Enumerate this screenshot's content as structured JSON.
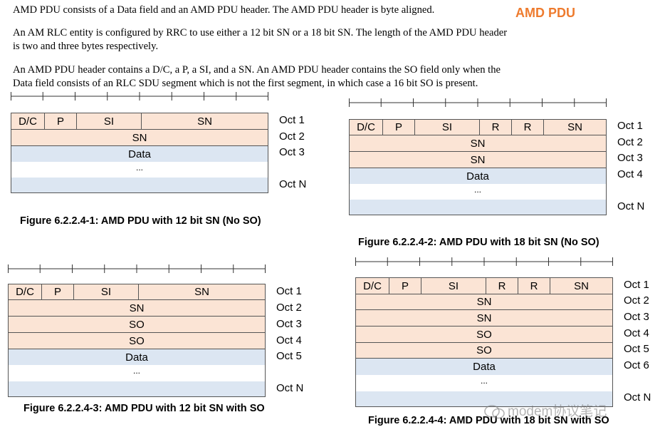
{
  "header": {
    "badge": "AMD PDU",
    "paragraphs": [
      "AMD PDU consists of a Data field and an AMD PDU header. The AMD PDU header is byte aligned.",
      "An AM RLC entity is configured by RRC to use either a 12 bit SN or a 18 bit SN. The length of the AMD PDU header",
      "is two and three bytes respectively.",
      "An AMD PDU header contains a D/C, a P, a SI, and a SN. An AMD PDU header contains the SO field only when the",
      "Data field consists of an RLC SDU segment which is not the first segment, in which case a 16 bit SO is present."
    ]
  },
  "figures": [
    {
      "caption": "Figure 6.2.2.4-1: AMD PDU with 12 bit SN (No SO)",
      "header_fields": [
        "D/C",
        "P",
        "SI",
        "SN"
      ],
      "rows": [
        "SN",
        "Data",
        "...",
        ""
      ],
      "octets": [
        "Oct 1",
        "Oct 2",
        "Oct 3",
        "Oct N"
      ]
    },
    {
      "caption": "Figure 6.2.2.4-2: AMD PDU with 18 bit SN (No SO)",
      "header_fields": [
        "D/C",
        "P",
        "SI",
        "R",
        "R",
        "SN"
      ],
      "rows": [
        "SN",
        "SN",
        "Data",
        "...",
        ""
      ],
      "octets": [
        "Oct 1",
        "Oct 2",
        "Oct 3",
        "Oct 4",
        "Oct N"
      ]
    },
    {
      "caption": "Figure 6.2.2.4-3: AMD PDU with 12 bit SN with SO",
      "header_fields": [
        "D/C",
        "P",
        "SI",
        "SN"
      ],
      "rows": [
        "SN",
        "SO",
        "SO",
        "Data",
        "...",
        ""
      ],
      "octets": [
        "Oct 1",
        "Oct 2",
        "Oct 3",
        "Oct 4",
        "Oct 5",
        "Oct N"
      ]
    },
    {
      "caption": "Figure 6.2.2.4-4: AMD PDU with 18 bit SN with SO",
      "header_fields": [
        "D/C",
        "P",
        "SI",
        "R",
        "R",
        "SN"
      ],
      "rows": [
        "SN",
        "SN",
        "SO",
        "SO",
        "Data",
        "...",
        ""
      ],
      "octets": [
        "Oct 1",
        "Oct 2",
        "Oct 3",
        "Oct 4",
        "Oct 5",
        "Oct 6",
        "Oct N"
      ]
    }
  ],
  "watermark": "modem协议笔记"
}
